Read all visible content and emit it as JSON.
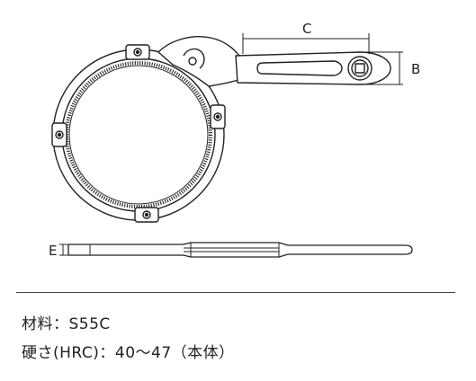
{
  "dimensions": {
    "c_label": "C",
    "b_label": "B",
    "e_label": "E"
  },
  "specs": {
    "material": "材料：S55C",
    "hardness": "硬さ(HRC)：40〜47（本体）"
  }
}
